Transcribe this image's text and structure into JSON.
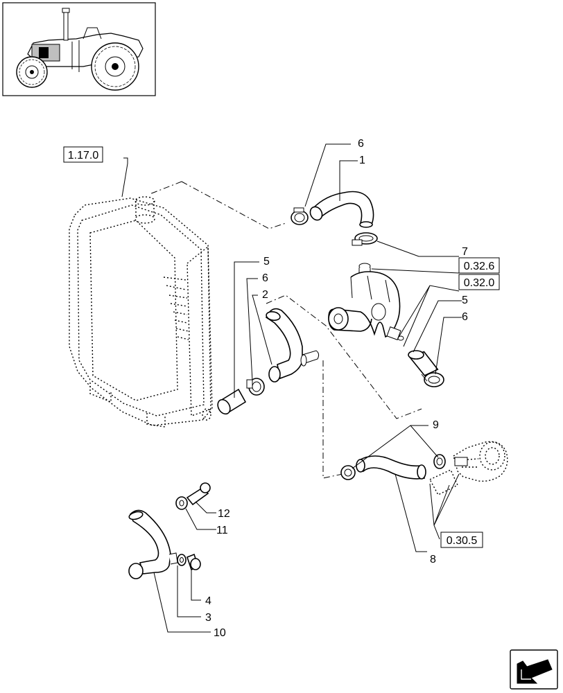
{
  "references": {
    "radiator": "1.17.0",
    "pump_top": "0.32.6",
    "pump": "0.32.0",
    "thermostat": "0.30.5"
  },
  "callouts": {
    "c1": "1",
    "c2": "2",
    "c3": "3",
    "c4": "4",
    "c5a": "5",
    "c5b": "5",
    "c6a": "6",
    "c6b": "6",
    "c6c": "6",
    "c7": "7",
    "c8": "8",
    "c9": "9",
    "c10": "10",
    "c11": "11",
    "c12": "12"
  },
  "icons": {
    "thumbnail": "tractor-thumbnail-icon",
    "navigation": "next-page-arrow-icon"
  }
}
